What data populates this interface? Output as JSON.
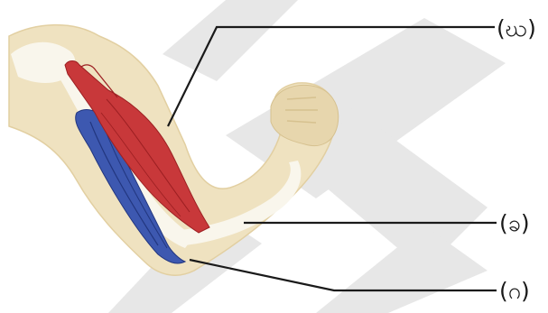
{
  "labels": {
    "top": "(ဃ)",
    "middle": "(ခ)",
    "bottom": "(ဂ)"
  },
  "colors": {
    "skin": "#efe2c0",
    "skin_dark": "#e2cfa1",
    "bone": "#f9f6ec",
    "biceps": "#c8383a",
    "biceps_dark": "#9c1f22",
    "triceps": "#3d58b0",
    "triceps_dark": "#22367f",
    "line": "#1a1a1a",
    "watermark": "#e3e3e3"
  }
}
